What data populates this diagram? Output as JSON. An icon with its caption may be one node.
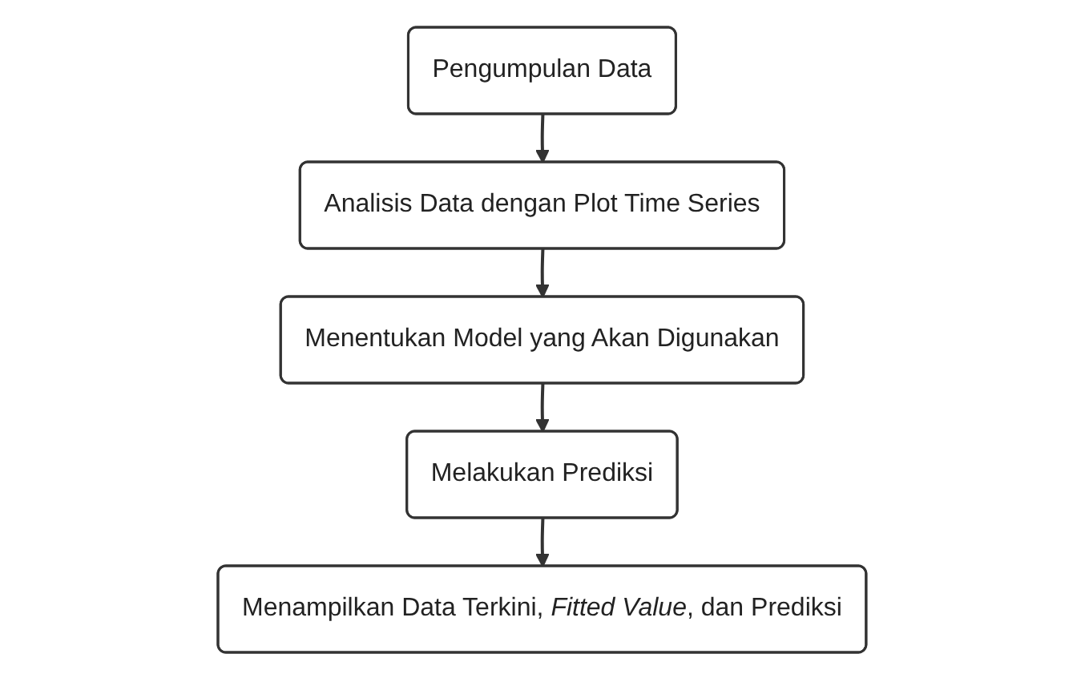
{
  "diagram": {
    "nodes": [
      {
        "text": [
          "Pengumpulan Data"
        ]
      },
      {
        "text": [
          "Analisis Data dengan Plot Time Series"
        ]
      },
      {
        "text": [
          "Menentukan Model yang Akan Digunakan"
        ]
      },
      {
        "text": [
          "Melakukan Prediksi"
        ]
      },
      {
        "text": [
          "Menampilkan Data Terkini, *Fitted Value*, dan Prediksi"
        ]
      }
    ],
    "edges": [
      {
        "from": 0,
        "to": 1,
        "arrow": "to"
      },
      {
        "from": 1,
        "to": 2,
        "arrow": "to"
      },
      {
        "from": 2,
        "to": 3,
        "arrow": "to"
      },
      {
        "from": 3,
        "to": 4,
        "arrow": "to"
      }
    ]
  }
}
